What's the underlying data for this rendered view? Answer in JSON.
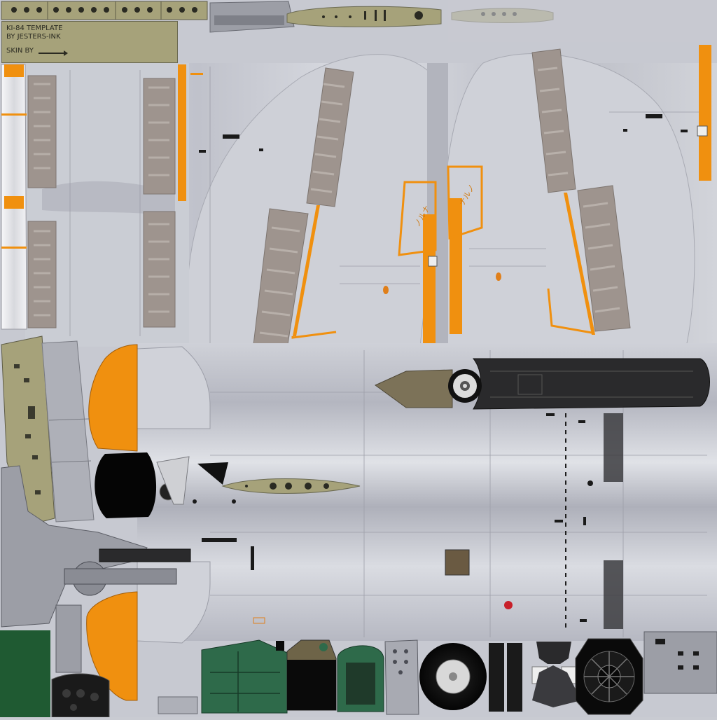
{
  "template": {
    "title": "KI-84 TEMPLATE",
    "author": "BY JESTERS-INK",
    "skin_by": "SKIN BY"
  },
  "markings": {
    "wing_kana_left": "ノルナ",
    "wing_kana_right": "ナルノ"
  },
  "colors": {
    "metal": "#c4c6cf",
    "metal_light": "#dfe1e6",
    "metal_dark": "#9a9ca6",
    "orange": "#f0900f",
    "khaki": "#a6a27a",
    "dark_olive": "#7c7258",
    "black_panel": "#2a2a2c",
    "green_cockpit": "#2e6a4a",
    "dark_green": "#1f5a32",
    "flap_gray": "#9e948e",
    "red_marking": "#c8202a"
  },
  "icons": [
    "rivet-dot-icon",
    "wheel-icon",
    "engine-radial-icon",
    "propeller-hub-icon",
    "arrow-right-icon"
  ]
}
